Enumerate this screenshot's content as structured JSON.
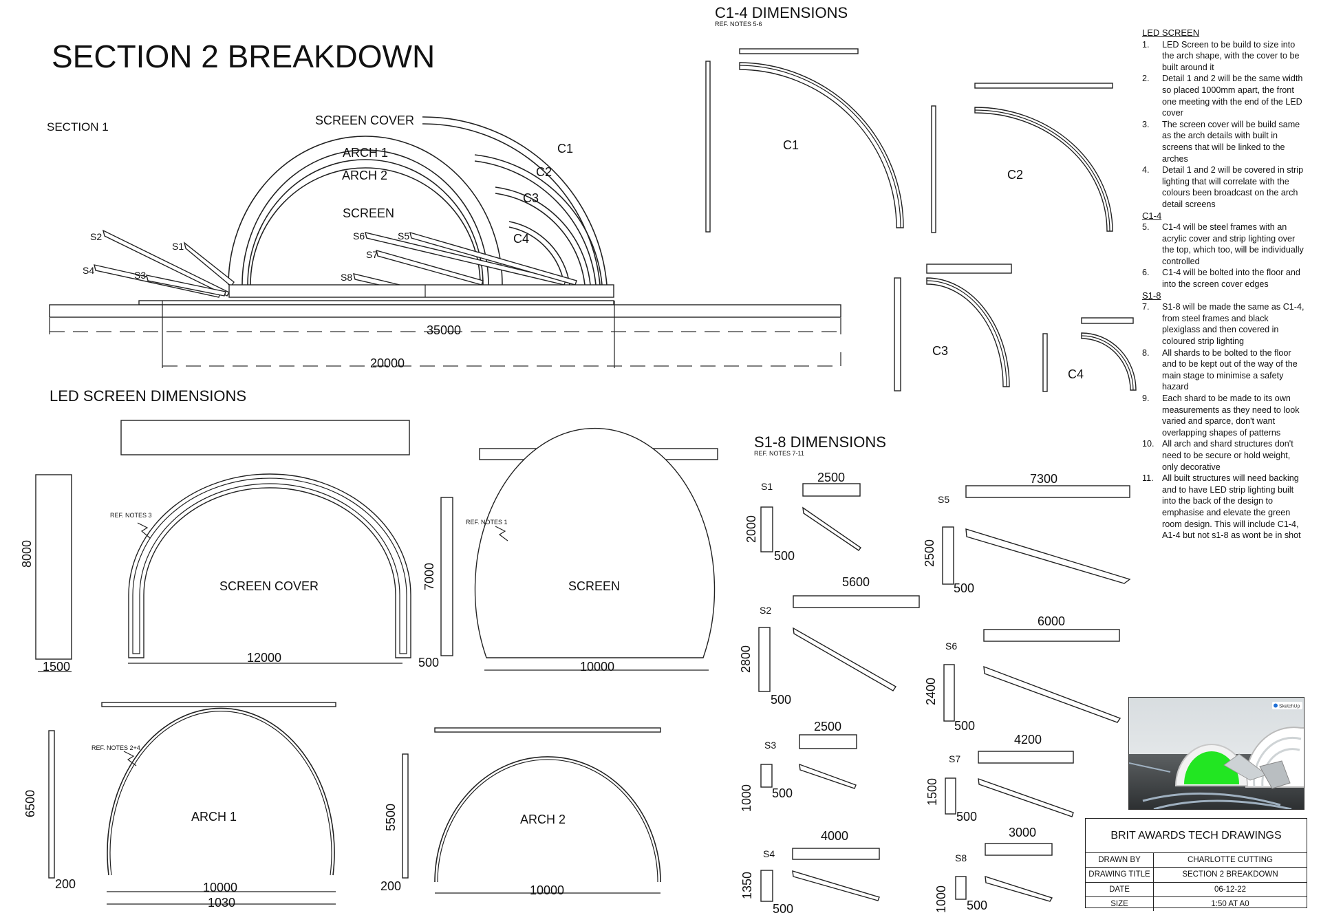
{
  "title": "SECTION 2 BREAKDOWN",
  "section1": {
    "heading": "SECTION 1",
    "labels": {
      "screen_cover": "SCREEN COVER",
      "arch1": "ARCH 1",
      "arch2": "ARCH 2",
      "screen": "SCREEN",
      "c1": "C1",
      "c2": "C2",
      "c3": "C3",
      "c4": "C4",
      "s1": "S1",
      "s2": "S2",
      "s3": "S3",
      "s4": "S4",
      "s5": "S5",
      "s6": "S6",
      "s7": "S7",
      "s8": "S8"
    },
    "dims": {
      "overall": "35000",
      "inner": "20000"
    }
  },
  "led_screen_dimensions": {
    "heading": "LED SCREEN DIMENSIONS",
    "screen_cover": {
      "name": "SCREEN COVER",
      "ref": "REF. NOTES 3",
      "width": "12000",
      "height": "8000",
      "depth": "1500"
    },
    "screen": {
      "name": "SCREEN",
      "ref": "REF. NOTES 1",
      "width": "10000",
      "height": "7000",
      "depth": "500"
    },
    "arch1": {
      "name": "ARCH 1",
      "ref": "REF. NOTES 2+4",
      "width": "10000",
      "width2": "1030",
      "height": "6500",
      "depth": "200"
    },
    "arch2": {
      "name": "ARCH 2",
      "width": "10000",
      "height": "5500",
      "depth": "200"
    }
  },
  "c_dimensions": {
    "heading": "C1-4 DIMENSIONS",
    "ref": "REF. NOTES 5-6",
    "labels": [
      "C1",
      "C2",
      "C3",
      "C4"
    ]
  },
  "s_dimensions": {
    "heading": "S1-8 DIMENSIONS",
    "ref": "REF. NOTES 7-11",
    "items": [
      {
        "name": "S1",
        "length": "2500",
        "height": "2000",
        "depth": "500"
      },
      {
        "name": "S2",
        "length": "5600",
        "height": "2800",
        "depth": "500"
      },
      {
        "name": "S3",
        "length": "2500",
        "height": "1000",
        "depth": "500"
      },
      {
        "name": "S4",
        "length": "4000",
        "height": "1350",
        "depth": "500"
      },
      {
        "name": "S5",
        "length": "7300",
        "height": "2500",
        "depth": "500"
      },
      {
        "name": "S6",
        "length": "6000",
        "height": "2400",
        "depth": "500"
      },
      {
        "name": "S7",
        "length": "4200",
        "height": "1500",
        "depth": "500"
      },
      {
        "name": "S8",
        "length": "3000",
        "height": "1000",
        "depth": "500"
      }
    ]
  },
  "notes": {
    "groups": [
      {
        "heading": "LED SCREEN",
        "items": [
          {
            "n": "1.",
            "text": "LED Screen to be build to size into the arch shape, with the cover to be built around it"
          },
          {
            "n": "2.",
            "text": "Detail 1 and 2 will be the same width so placed 1000mm apart, the front one meeting with the end of the LED cover"
          },
          {
            "n": "3.",
            "text": "The screen cover will be build same as the arch details with built in screens that will be linked to the arches"
          },
          {
            "n": "4.",
            "text": "Detail 1 and 2 will be covered in strip lighting that will correlate with the colours been broadcast on the arch detail screens"
          }
        ]
      },
      {
        "heading": "C1-4",
        "items": [
          {
            "n": "5.",
            "text": "C1-4 will be steel frames with an acrylic cover and strip lighting over the top, which too, will be individually controlled"
          },
          {
            "n": "6.",
            "text": "C1-4 will be bolted into the floor and into the screen cover edges"
          }
        ]
      },
      {
        "heading": "S1-8",
        "items": [
          {
            "n": "7.",
            "text": "S1-8 will be made the same as C1-4, from steel frames and black plexiglass and then covered in coloured strip lighting"
          },
          {
            "n": "8.",
            "text": "All shards to be bolted to the floor and to be kept out of the way of the main stage to minimise a safety hazard"
          },
          {
            "n": "9.",
            "text": "Each shard to be made to its own measurements as they need to look varied and sparce, don't want overlapping shapes of patterns"
          },
          {
            "n": "10.",
            "text": "All arch and shard structures don't need to be secure or hold weight, only decorative"
          },
          {
            "n": "11.",
            "text": "All built structures will need backing and to have LED strip lighting built into the back of the design to emphasise and elevate the green room design. This will include C1-4, A1-4 but not s1-8 as wont be in shot"
          }
        ]
      }
    ]
  },
  "render": {
    "badge": "SketchUp",
    "accent": "#22e622"
  },
  "title_block": {
    "title": "BRIT AWARDS TECH DRAWINGS",
    "rows": [
      {
        "key": "DRAWN BY",
        "value": "CHARLOTTE CUTTING"
      },
      {
        "key": "DRAWING TITLE",
        "value": "SECTION 2 BREAKDOWN"
      },
      {
        "key": "DATE",
        "value": "06-12-22"
      },
      {
        "key": "SIZE",
        "value": "1:50 AT A0"
      }
    ]
  }
}
